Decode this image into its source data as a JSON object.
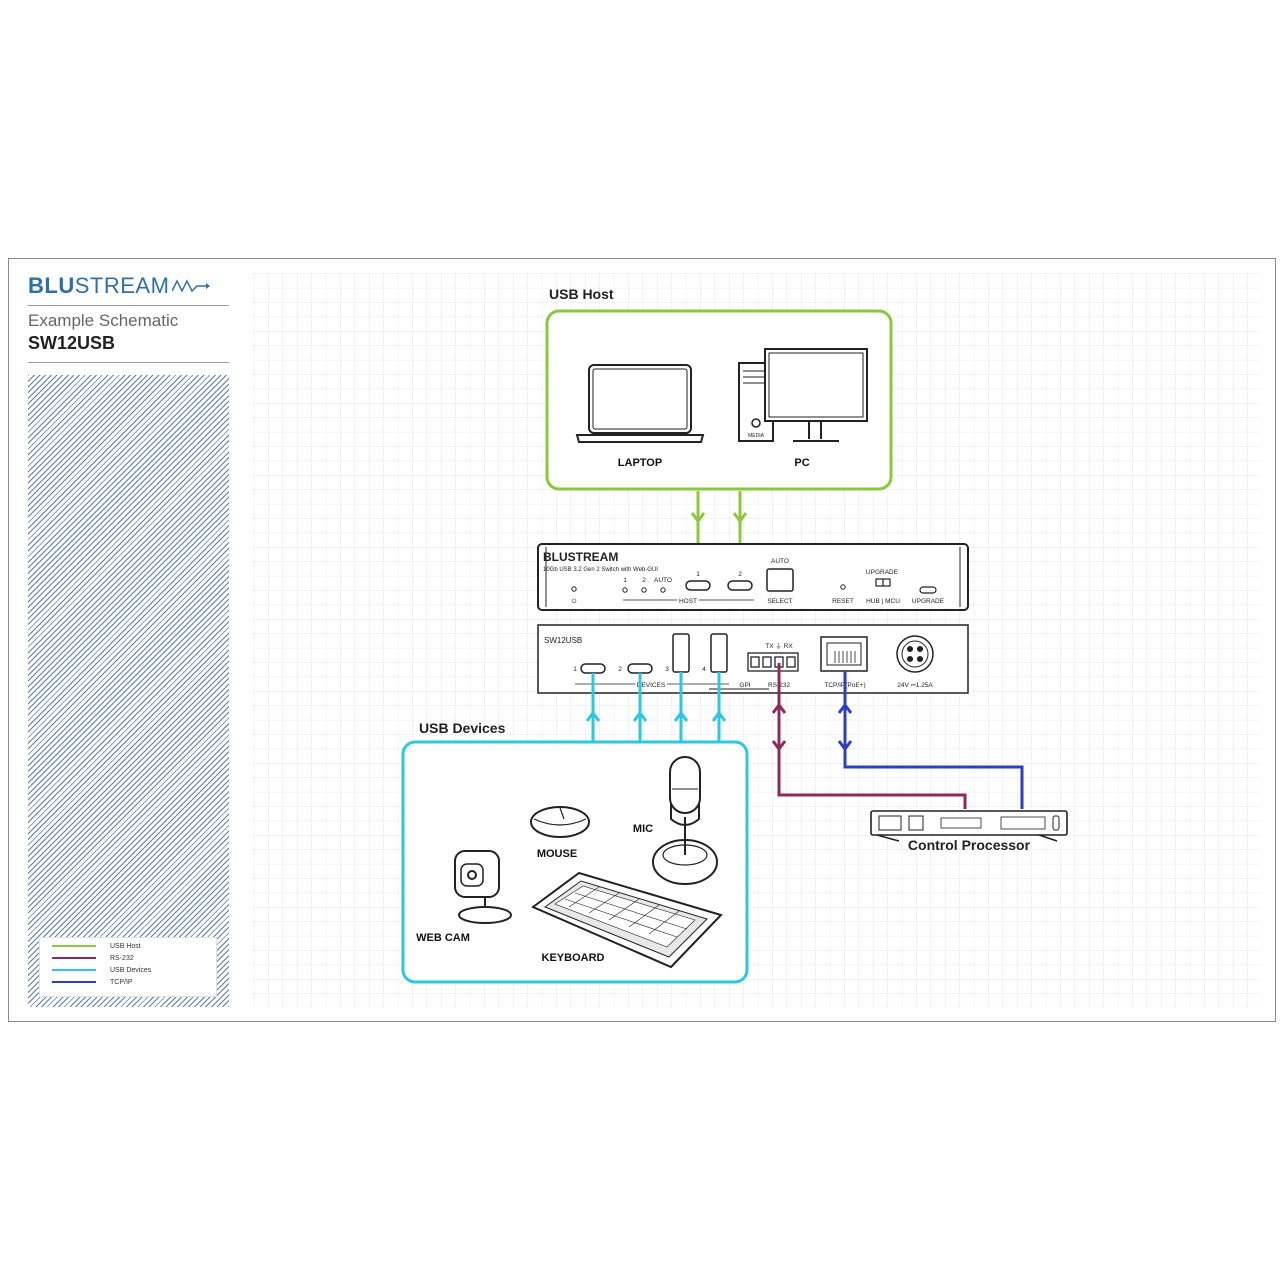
{
  "brand": {
    "bold": "BLU",
    "light": "STREAM"
  },
  "sidebar": {
    "subtitle": "Example Schematic",
    "model": "SW12USB"
  },
  "legend": [
    {
      "label": "USB Host",
      "color": "#8dc63f"
    },
    {
      "label": "RS-232",
      "color": "#8b2a5e"
    },
    {
      "label": "USB Devices",
      "color": "#2fc6e0"
    },
    {
      "label": "TCP/IP",
      "color": "#2b3fbf"
    }
  ],
  "colors": {
    "usb_host": "#8dc63f",
    "rs232": "#8b2a5e",
    "usb_devices": "#2fc6e0",
    "tcpip": "#2b3fbf",
    "brand": "#2f6fa7"
  },
  "groups": {
    "host_title": "USB Host",
    "devices_title": "USB Devices"
  },
  "host_devices": {
    "laptop": "LAPTOP",
    "pc": "PC",
    "pc_media": "MEDIA"
  },
  "usb_devices": {
    "mic": "MIC",
    "mouse": "MOUSE",
    "webcam": "WEB CAM",
    "keyboard": "KEYBOARD"
  },
  "front_panel": {
    "brand": "BLUSTREAM",
    "tagline": "10Gb USB 3.2 Gen 2 Switch with Web-GUI",
    "led_labels": [
      "1",
      "2",
      "AUTO"
    ],
    "port_numbers": [
      "1",
      "2"
    ],
    "host_label": "HOST",
    "auto_label": "AUTO",
    "select_label": "SELECT",
    "reset_label": "RESET",
    "upgrade_label": "UPGRADE",
    "hub_mcu_label": "HUB | MCU",
    "upgrade_port_label": "UPGRADE"
  },
  "rear_panel": {
    "model": "SW12USB",
    "port_numbers": [
      "1",
      "2",
      "3",
      "4"
    ],
    "devices_label": "DEVICES",
    "tx_rx_label": "TX ⏚ RX",
    "gpi_label": "GPI",
    "rs232_label": "RS-232",
    "tcpip_label": "TCP/IP(PoE+)",
    "power_label": "24V ⎓1.25A"
  },
  "control_processor": {
    "label": "Control Processor"
  }
}
